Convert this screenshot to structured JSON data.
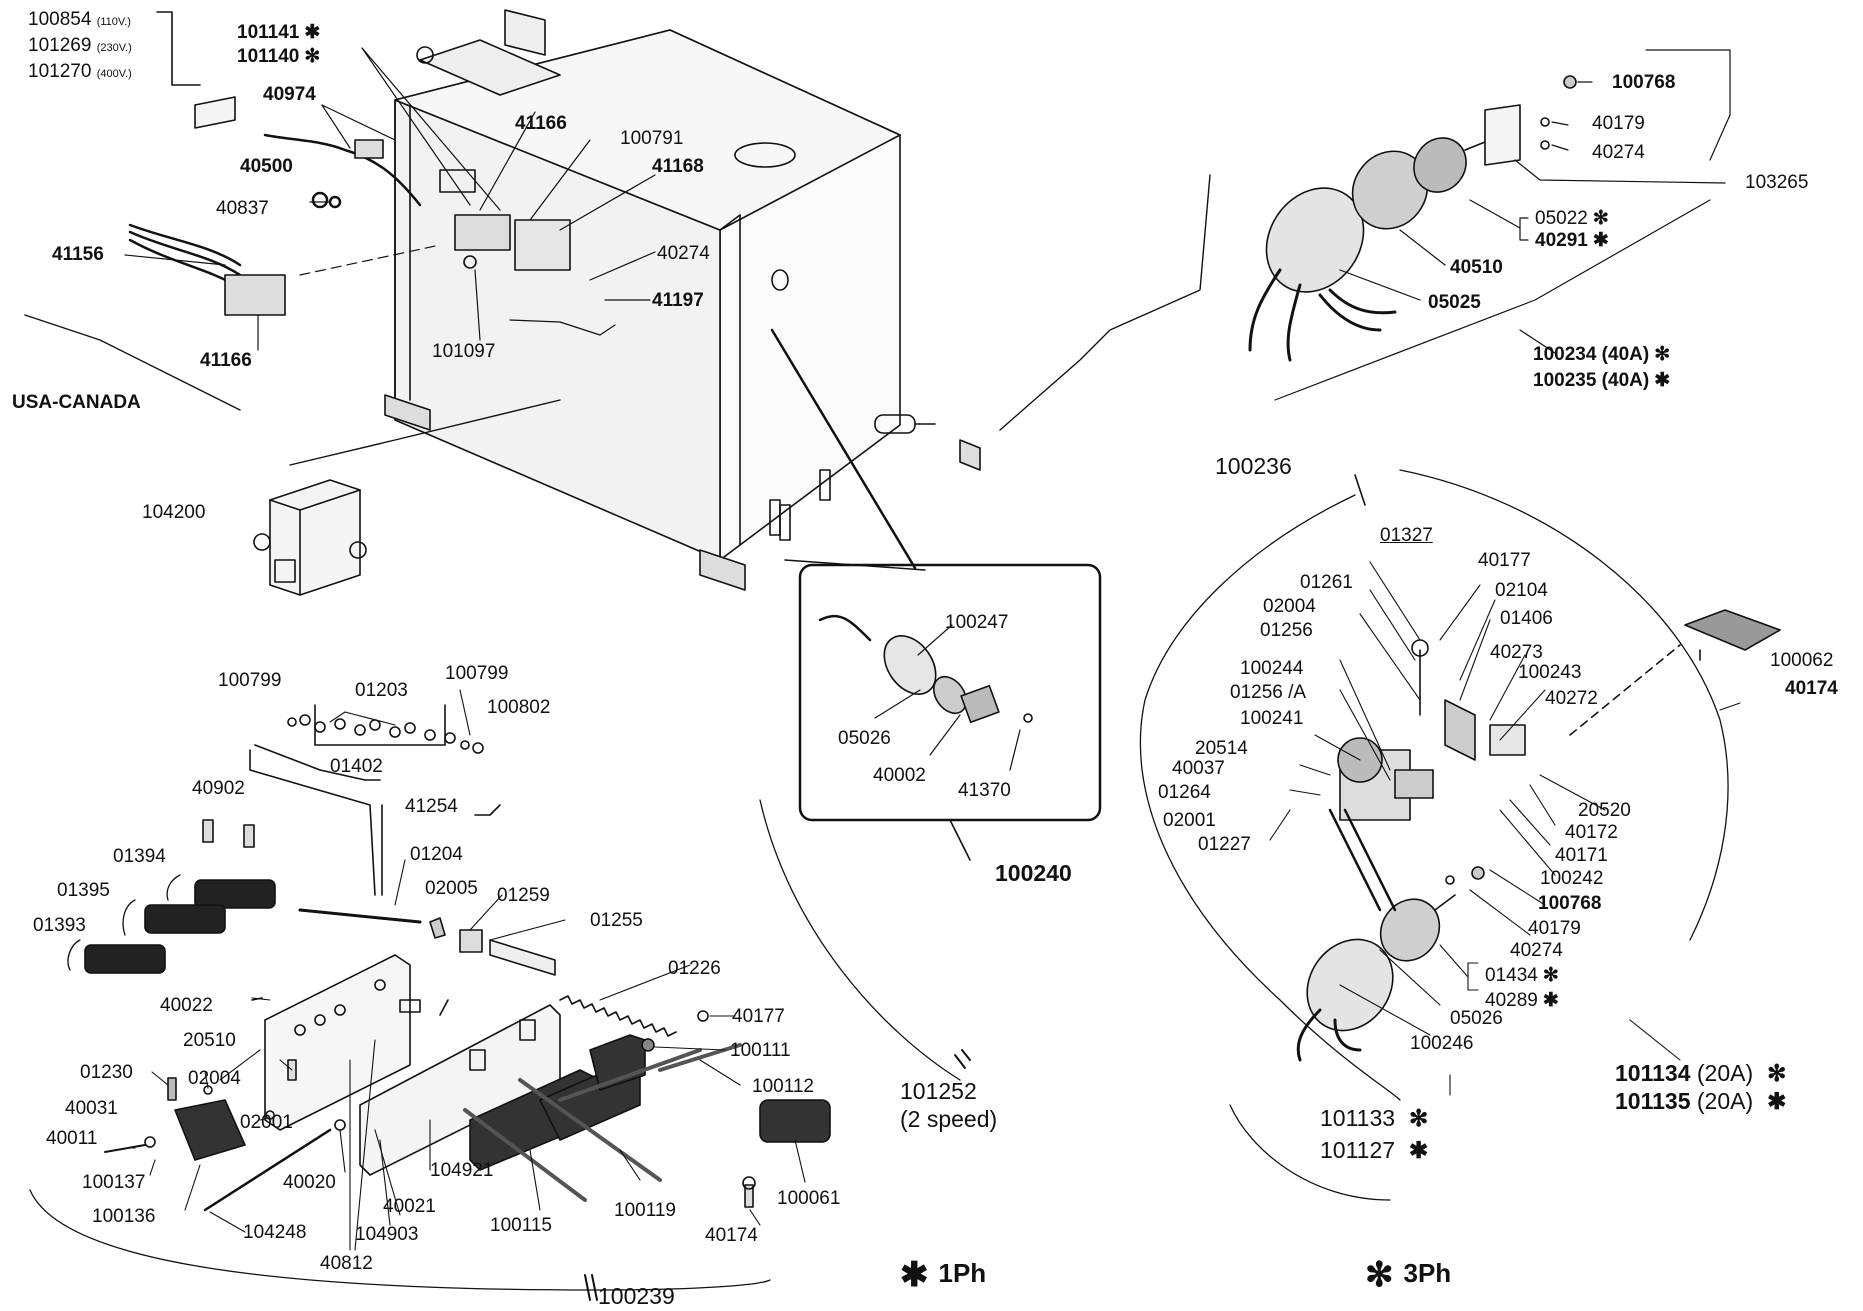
{
  "voltage_labels": [
    {
      "part": "100854",
      "note": "(110V.)"
    },
    {
      "part": "101269",
      "note": "(230V.)"
    },
    {
      "part": "101270",
      "note": "(400V.)"
    }
  ],
  "region_labels": {
    "usa_canada": "USA-CANADA"
  },
  "top_left": {
    "p101141": "101141",
    "p101140": "101140",
    "p40974": "40974",
    "p41166a": "41166",
    "p100791": "100791",
    "p41168": "41168",
    "p40500": "40500",
    "p40837": "40837",
    "p41156": "41156",
    "p40274": "40274",
    "p41197": "41197",
    "p41166b": "41166",
    "p101097": "101097",
    "p104200": "104200"
  },
  "contactor_40a": {
    "p100768": "100768",
    "p40179": "40179",
    "p40274": "40274",
    "p103265": "103265",
    "p05022": "05022",
    "p40291": "40291",
    "p40510": "40510",
    "p05025": "05025",
    "assy_1": "100234 (40A)",
    "assy_2": "100235 (40A)"
  },
  "pedal_box": {
    "p100247": "100247",
    "p05026": "05026",
    "p40002": "40002",
    "p41370": "41370",
    "assy": "100240"
  },
  "contactor_20a": {
    "header": "100236",
    "p01327": "01327",
    "p40177": "40177",
    "p01261": "01261",
    "p02104": "02104",
    "p02004": "02004",
    "p01406": "01406",
    "p01256": "01256",
    "p40273": "40273",
    "p100244": "100244",
    "p100243": "100243",
    "p01256a": "01256 /A",
    "p40272": "40272",
    "p100241": "100241",
    "p20514": "20514",
    "p40037": "40037",
    "p01264": "01264",
    "p02001": "02001",
    "p01227": "01227",
    "p20520": "20520",
    "p40172": "40172",
    "p40171": "40171",
    "p100242": "100242",
    "p100768": "100768",
    "p40179": "40179",
    "p40274": "40274",
    "p01434": "01434",
    "p40289": "40289",
    "p05026": "05026",
    "p100246": "100246",
    "p100062": "100062",
    "p40174": "40174",
    "assy_a1": "101134",
    "assy_a1_rating": "(20A)",
    "assy_a2": "101135",
    "assy_a2_rating": "(20A)",
    "assy_b1": "101133",
    "assy_b2": "101127"
  },
  "pedal_mech": {
    "p100799a": "100799",
    "p01203": "01203",
    "p100799b": "100799",
    "p100802": "100802",
    "p01402": "01402",
    "p40902": "40902",
    "p41254": "41254",
    "p01394": "01394",
    "p01204": "01204",
    "p01395": "01395",
    "p02005": "02005",
    "p01259": "01259",
    "p01393": "01393",
    "p01255": "01255",
    "p01226": "01226",
    "p40022": "40022",
    "p40177": "40177",
    "p20510": "20510",
    "p100111": "100111",
    "p01230": "01230",
    "p02004": "02004",
    "p100112": "100112",
    "p40031": "40031",
    "p02001": "02001",
    "p40011": "40011",
    "p100137": "100137",
    "p40020": "40020",
    "p104921": "104921",
    "p100136": "100136",
    "p40021": "40021",
    "p104248": "104248",
    "p104903": "104903",
    "p100115": "100115",
    "p100119": "100119",
    "p100061": "100061",
    "p40174": "40174",
    "p40812": "40812",
    "assy": "100239",
    "speed_part": "101252",
    "speed_note": "(2 speed)"
  },
  "glyphs": {
    "one_phase": "✱",
    "three_phase": "✻"
  },
  "legend": {
    "one_phase": "1Ph",
    "three_phase": "3Ph"
  }
}
